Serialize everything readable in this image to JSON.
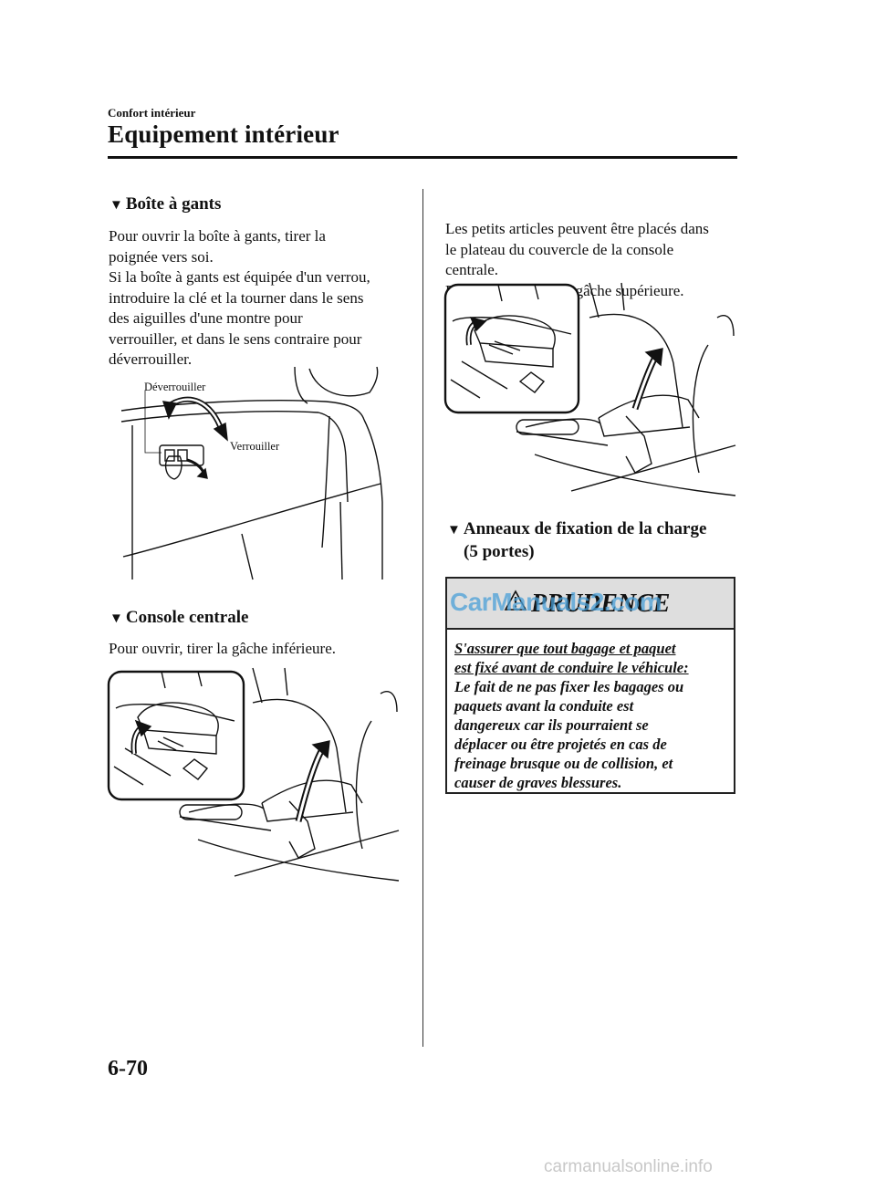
{
  "header": {
    "section": "Confort intérieur",
    "title": "Equipement intérieur"
  },
  "left": {
    "glovebox": {
      "heading": "Boîte à gants",
      "text": "Pour ouvrir la boîte à gants, tirer la\npoignée vers soi.\nSi la boîte à gants est équipée d'un verrou,\nintroduire la clé et la tourner dans le sens\ndes aiguilles d'une montre pour\nverrouiller, et dans le sens contraire pour\ndéverrouiller.",
      "label_unlock": "Déverrouiller",
      "label_lock": "Verrouiller"
    },
    "console": {
      "heading": "Console centrale",
      "text": "Pour ouvrir, tirer la gâche inférieure."
    }
  },
  "right": {
    "tray_text": "Les petits articles peuvent être placés dans\nle plateau du couvercle de la console\ncentrale.\nPour l'ouvrir, tirer la gâche supérieure.",
    "rings_heading_line1": "Anneaux de fixation de la charge",
    "rings_heading_line2": "(5 portes)",
    "caution": {
      "title": "PRUDENCE",
      "underlined": "S'assurer que tout bagage et paquet\nest fixé avant de conduire le véhicule:",
      "text": "Le fait de ne pas fixer les bagages ou\npaquets avant la conduite est\ndangereux car ils pourraient se\ndéplacer ou être projetés en cas de\nfreinage brusque ou de collision, et\ncauser de graves blessures."
    }
  },
  "footer": {
    "page_number": "6-70",
    "watermark_overlay": "CarManuals2.com",
    "watermark_footer": "carmanualsonline.info"
  },
  "heading_marker": "▼"
}
